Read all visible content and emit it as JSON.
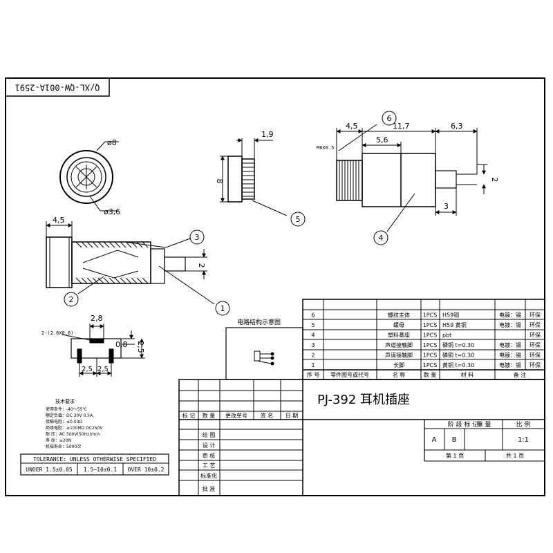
{
  "drawing_number": "Q/XL-QW-001A-2591",
  "title": "PJ-392 耳机插座",
  "front_view": {
    "diameter_outer": "ø8",
    "diameter_inner": "ø3,6"
  },
  "side_view_nut": {
    "width": "1,9",
    "height": "8"
  },
  "side_view_body": {
    "dim_a": "4,5",
    "dim_b": "11,7",
    "dim_c": "6,3",
    "dim_d": "5,6",
    "dim_e": "3",
    "dim_f": "2",
    "thread": "M6X0.5"
  },
  "section_view": {
    "dim_a": "4,5",
    "dim_b": "2"
  },
  "pcb_layout": {
    "dim_top": "2,8",
    "dim_right_a": "0,8",
    "dim_right_b": "2,5",
    "dim_bottom_a": "2,5",
    "dim_bottom_b": "2,5",
    "hole_label": "2-(2.6X0.8)"
  },
  "callouts": [
    "1",
    "2",
    "3",
    "4",
    "5",
    "6"
  ],
  "circuit_label": "电路结构示意图",
  "tech_requirements": {
    "heading": "技术要求",
    "lines": [
      "使用条件：-40～55℃",
      "额定负载：DC 30V 0.5A",
      "接触电阻：≤0.03Ω",
      "绝缘电阻：≥100MΩ DC250V",
      "耐    压：AC 500V(50Hz)/min",
      "寿    命：≥20N",
      "机械寿命：5000次"
    ]
  },
  "tolerance": {
    "header": "TOLERANCE: UNLESS OTHERWISE SPECIFIED",
    "cells": [
      "UNOER 1.5±0.05",
      "1.5~10±0.1",
      "OVER 10±0.2"
    ]
  },
  "bom": {
    "rows": [
      {
        "no": "6",
        "name": "螺纹主体",
        "qty": "1PCS",
        "material": "H59铜",
        "note": "电镀：锡",
        "env": "环保"
      },
      {
        "no": "5",
        "name": "螺母",
        "qty": "1PCS",
        "material": "H59 黄铜",
        "note": "电镀：锡",
        "env": "环保"
      },
      {
        "no": "4",
        "name": "塑料基座",
        "qty": "1PCS",
        "material": "pbt",
        "note": "",
        "env": "环保"
      },
      {
        "no": "3",
        "name": "声道接触脚",
        "qty": "1PCS",
        "material": "磷铜    t=0.30",
        "note": "电镀：锡",
        "env": "环保"
      },
      {
        "no": "2",
        "name": "声道接触脚",
        "qty": "1PCS",
        "material": "磷铜    t=0.30",
        "note": "电镀：锡",
        "env": "环保"
      },
      {
        "no": "1",
        "name": "长脚",
        "qty": "1PCS",
        "material": "黄铜    t=0.30",
        "note": "电镀：锡",
        "env": "环保"
      }
    ],
    "header": [
      "序 号",
      "零件图号或代号",
      "名  称",
      "数  量",
      "材  料",
      "备  注"
    ]
  },
  "title_block": {
    "revision_header": [
      "标 记",
      "数 量",
      "更改单号",
      "签 名",
      "日 期"
    ],
    "roles": [
      "绘   图",
      "设   计",
      "审   核",
      "工   艺",
      "标准化",
      "批   准"
    ],
    "stage_label": "阶 段 标 记",
    "weight_label": "重  量",
    "scale_label": "比 例",
    "stage_a": "A",
    "stage_b": "B",
    "scale_value": "1:1",
    "sheet_label": "第   1   页",
    "total_label": "共   1   页"
  }
}
